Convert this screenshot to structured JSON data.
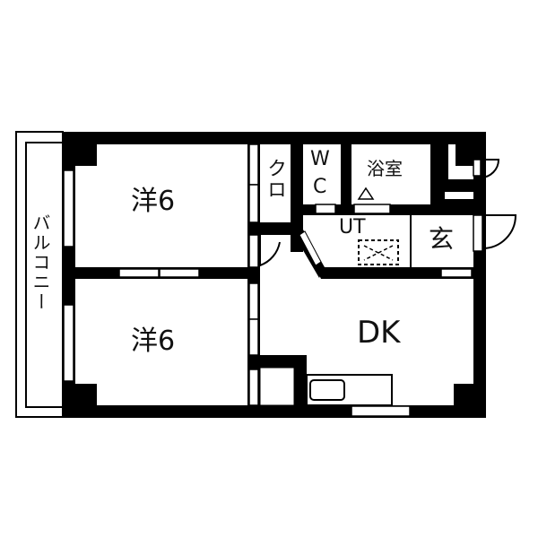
{
  "plan": {
    "type": "apartment-floor-plan",
    "layout": "2DK",
    "colors": {
      "wall": "#000000",
      "background": "#ffffff",
      "line": "#000000"
    }
  },
  "rooms": {
    "western1": {
      "label": "洋6",
      "type": "Western-style room",
      "size_jo": 6
    },
    "western2": {
      "label": "洋6",
      "type": "Western-style room",
      "size_jo": 6
    },
    "closet": {
      "label": "クロ",
      "type": "Closet"
    },
    "toilet": {
      "label": "WC",
      "label_line1": "W",
      "label_line2": "C",
      "type": "Toilet"
    },
    "bath": {
      "label": "浴室",
      "type": "Bathroom"
    },
    "utility": {
      "label": "UT",
      "type": "Utility / washroom"
    },
    "entrance": {
      "label": "玄",
      "type": "Entrance (genkan)"
    },
    "dining_kitchen": {
      "label": "DK",
      "type": "Dining kitchen"
    },
    "balcony": {
      "label": "バルコニー",
      "type": "Balcony"
    }
  },
  "symbols": {
    "washer": "washing-machine-space",
    "sink": "kitchen-sink",
    "triangle": "step-marker"
  }
}
